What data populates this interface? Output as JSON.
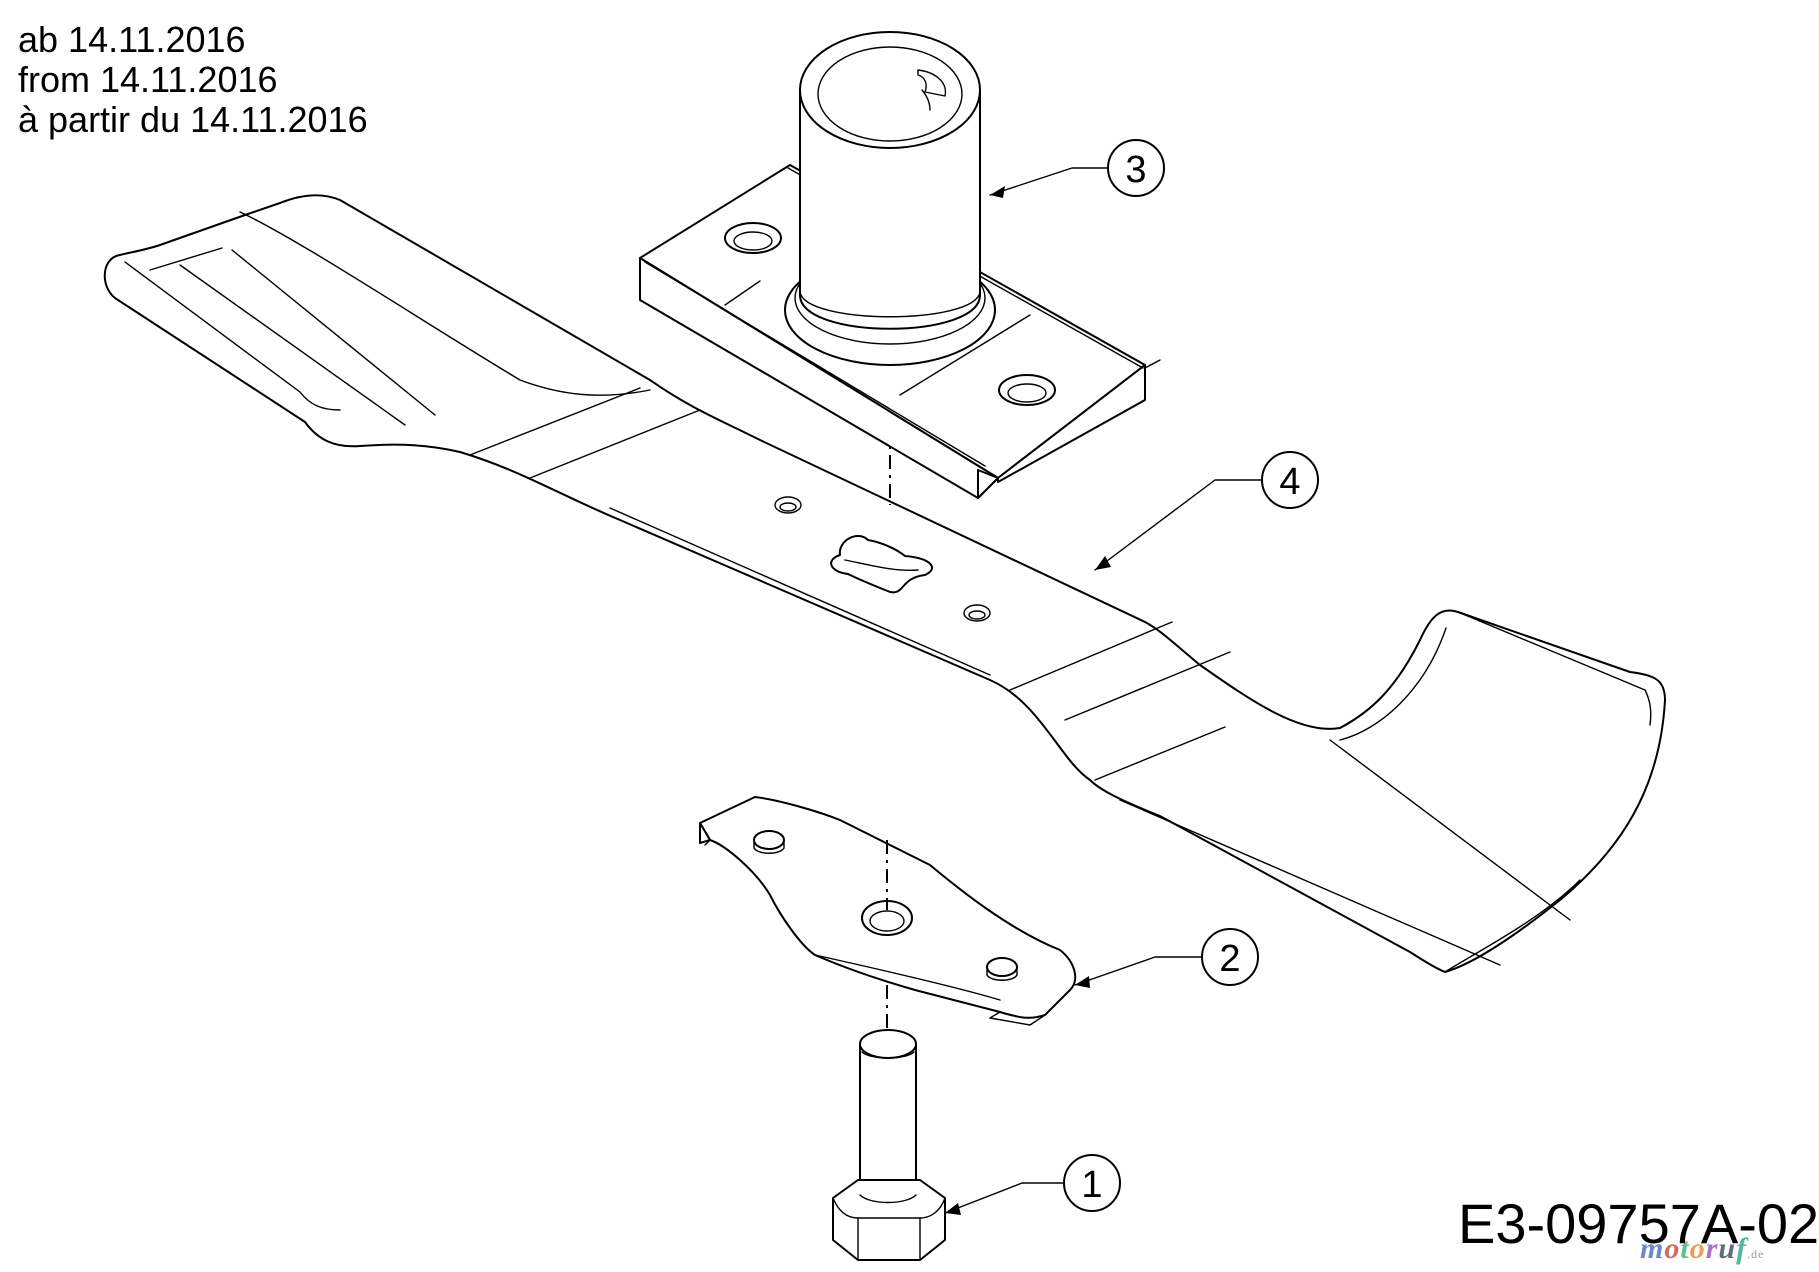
{
  "header": {
    "date_lines": [
      "ab 14.11.2016",
      "from 14.11.2016",
      "à partir du 14.11.2016"
    ]
  },
  "drawing_code": "E3-09757A-02",
  "watermark": {
    "text": "motoruf",
    "tld": ".de",
    "letter_colors": [
      "#3a5fbf",
      "#c0392b",
      "#27ae60",
      "#e67e22",
      "#8e44ad",
      "#2c3e50",
      "#16a085"
    ]
  },
  "callouts": [
    {
      "number": "1",
      "part": "bolt"
    },
    {
      "number": "2",
      "part": "blade-adapter"
    },
    {
      "number": "3",
      "part": "blade-holder"
    },
    {
      "number": "4",
      "part": "mower-blade"
    }
  ]
}
